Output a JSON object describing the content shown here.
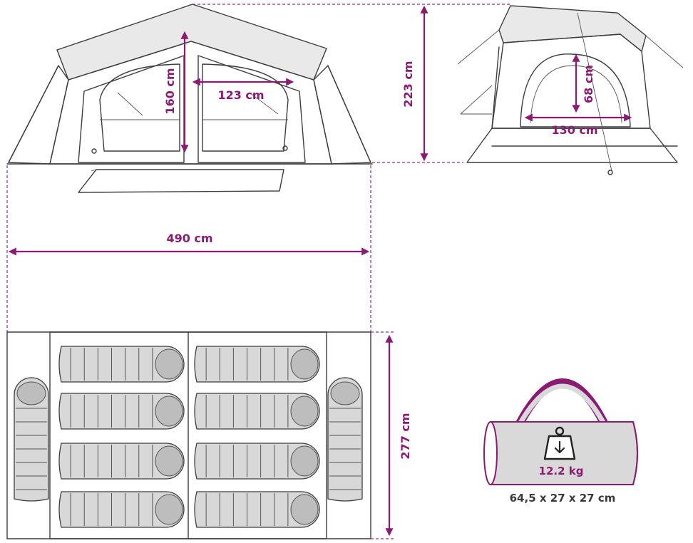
{
  "dimensions": {
    "inner_height": "160 cm",
    "door_width": "123 cm",
    "total_height": "223 cm",
    "door_height": "68 cm",
    "side_door_width": "130 cm",
    "total_length": "490 cm",
    "floor_width": "277 cm"
  },
  "package": {
    "weight": "12.2 kg",
    "size": "64,5 x 27 x 27 cm"
  },
  "colors": {
    "accent": "#8b1a73",
    "outline": "#3d3d3d",
    "fill": "#e9e9e9"
  },
  "icons": [
    "weight-icon",
    "carry-bag-icon",
    "sleeping-bag-icon"
  ]
}
